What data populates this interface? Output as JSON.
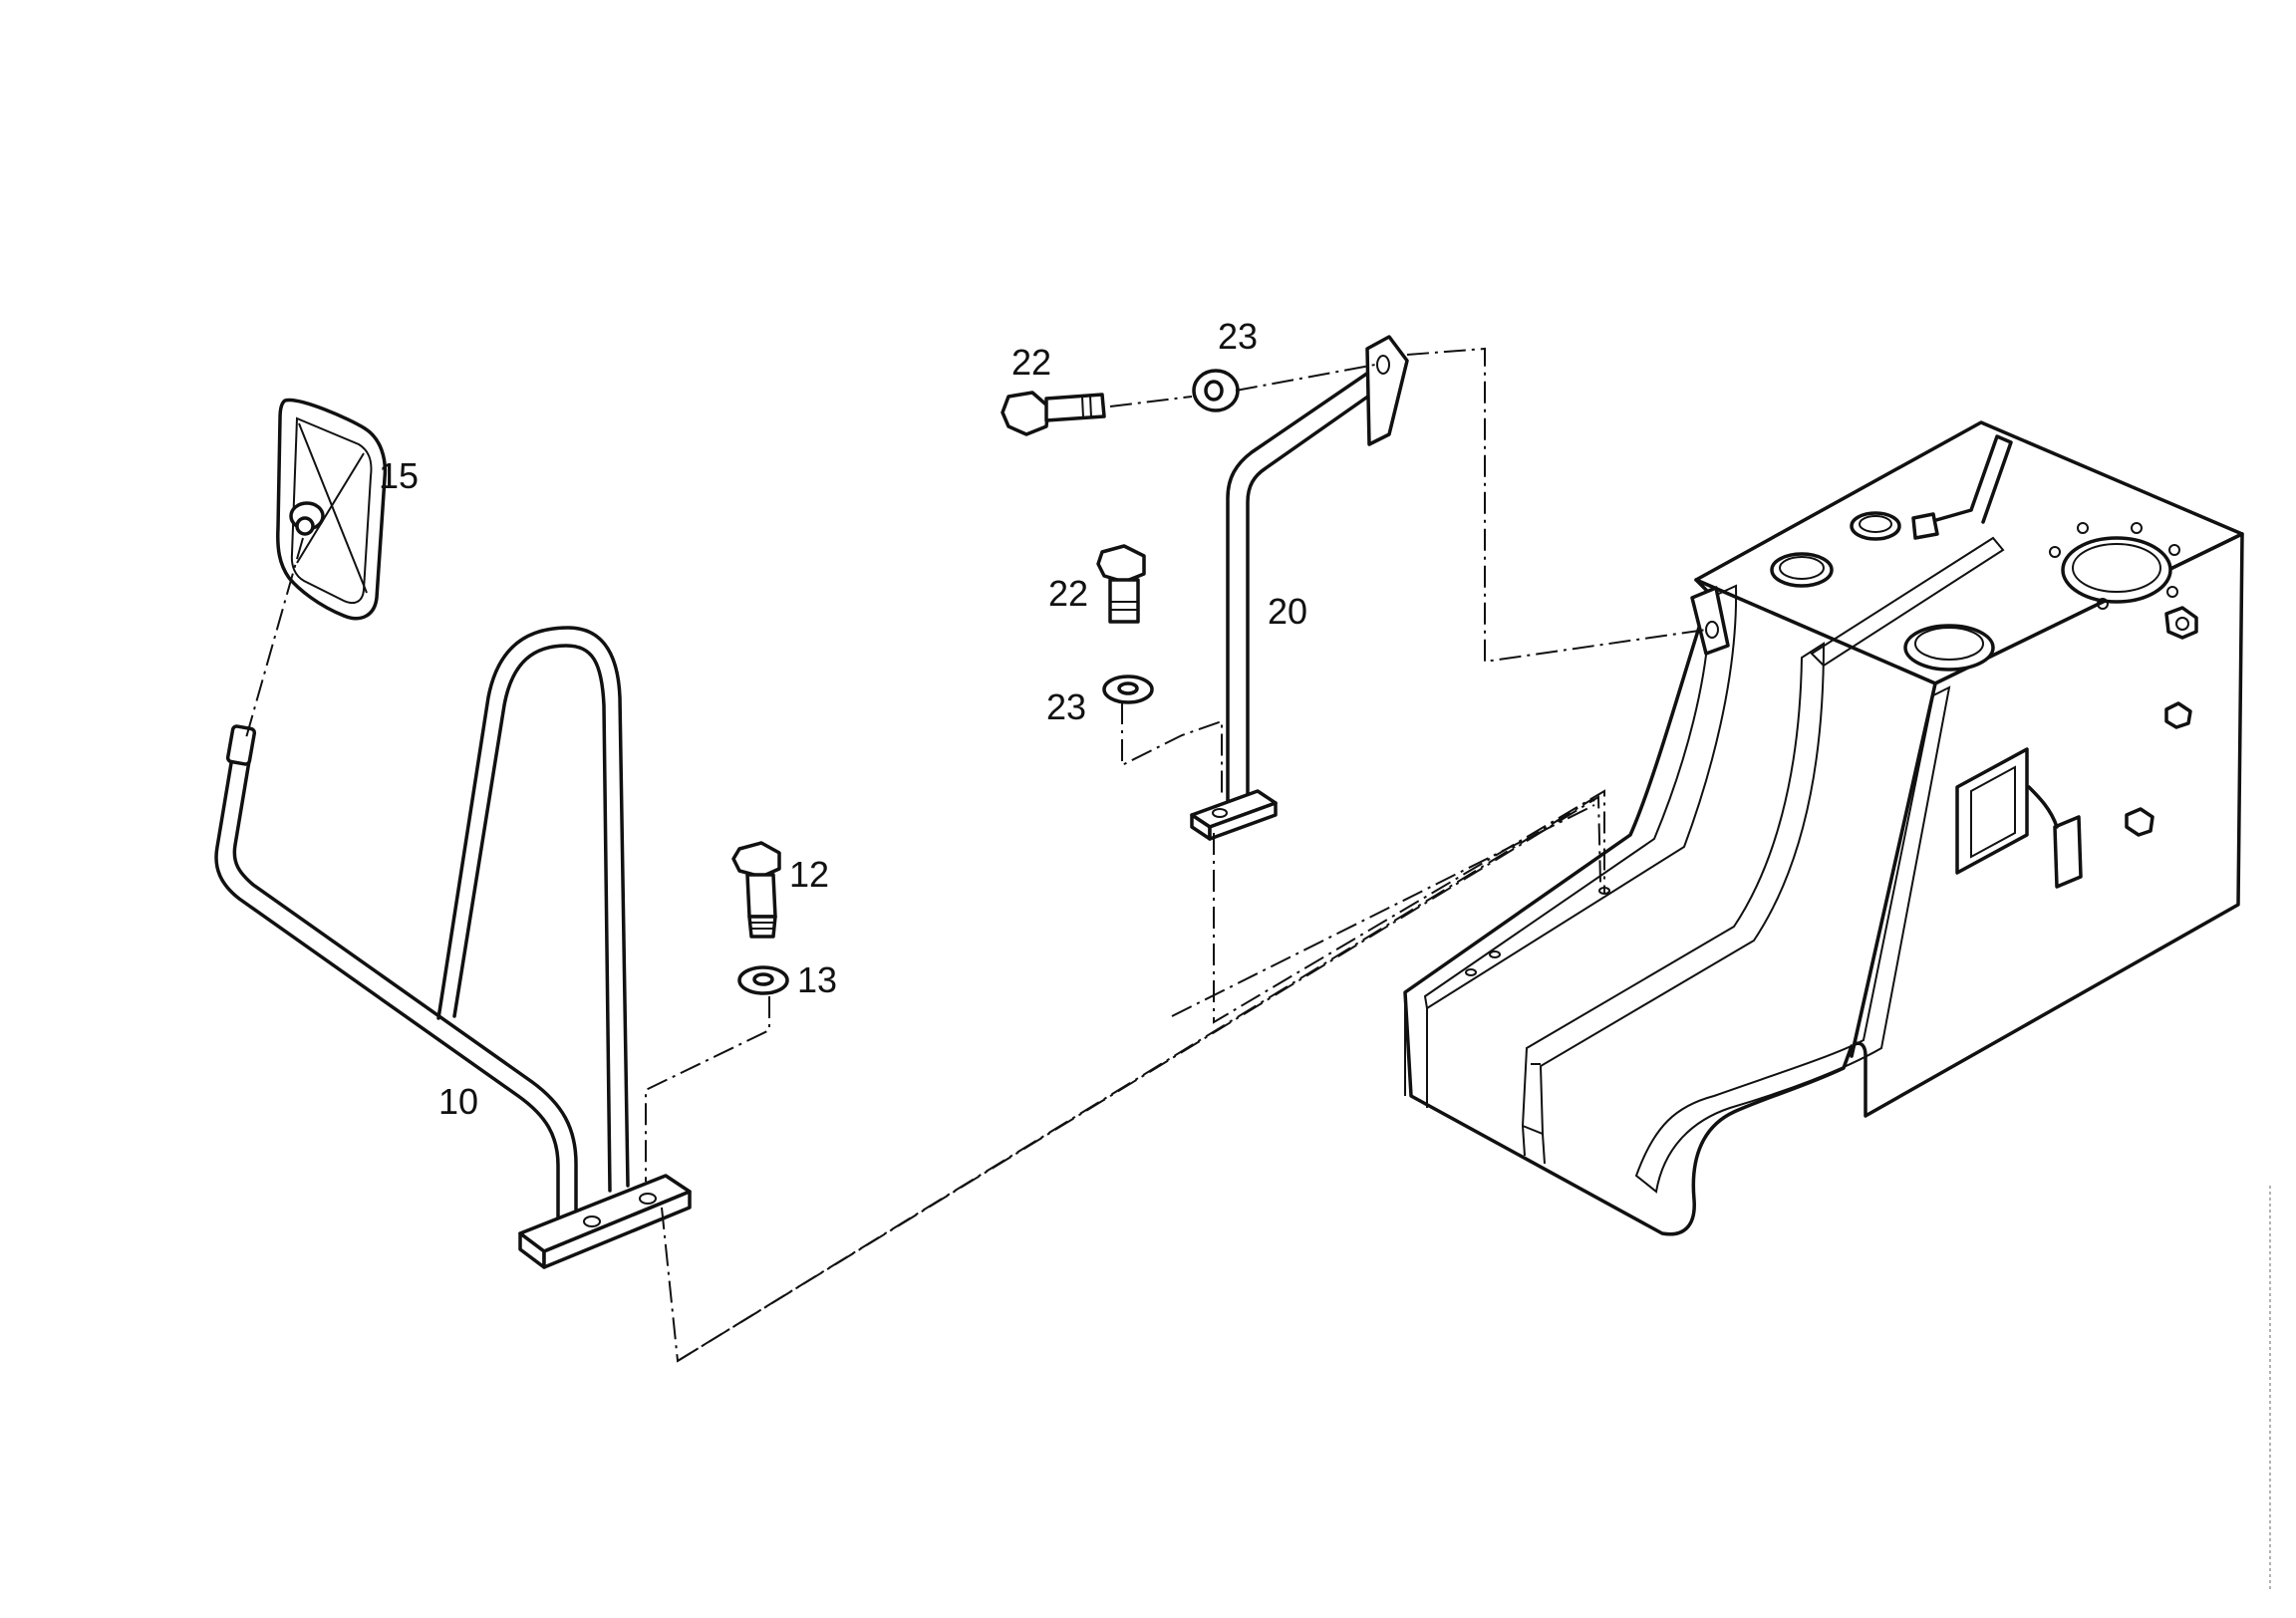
{
  "callouts": [
    {
      "id": "c15",
      "text": "15"
    },
    {
      "id": "c10",
      "text": "10"
    },
    {
      "id": "c12",
      "text": "12"
    },
    {
      "id": "c13",
      "text": "13"
    },
    {
      "id": "c22a",
      "text": "22"
    },
    {
      "id": "c23a",
      "text": "23"
    },
    {
      "id": "c22b",
      "text": "22"
    },
    {
      "id": "c23b",
      "text": "23"
    },
    {
      "id": "c20",
      "text": "20"
    }
  ],
  "colors": {
    "line": "#111111",
    "background": "#ffffff"
  }
}
